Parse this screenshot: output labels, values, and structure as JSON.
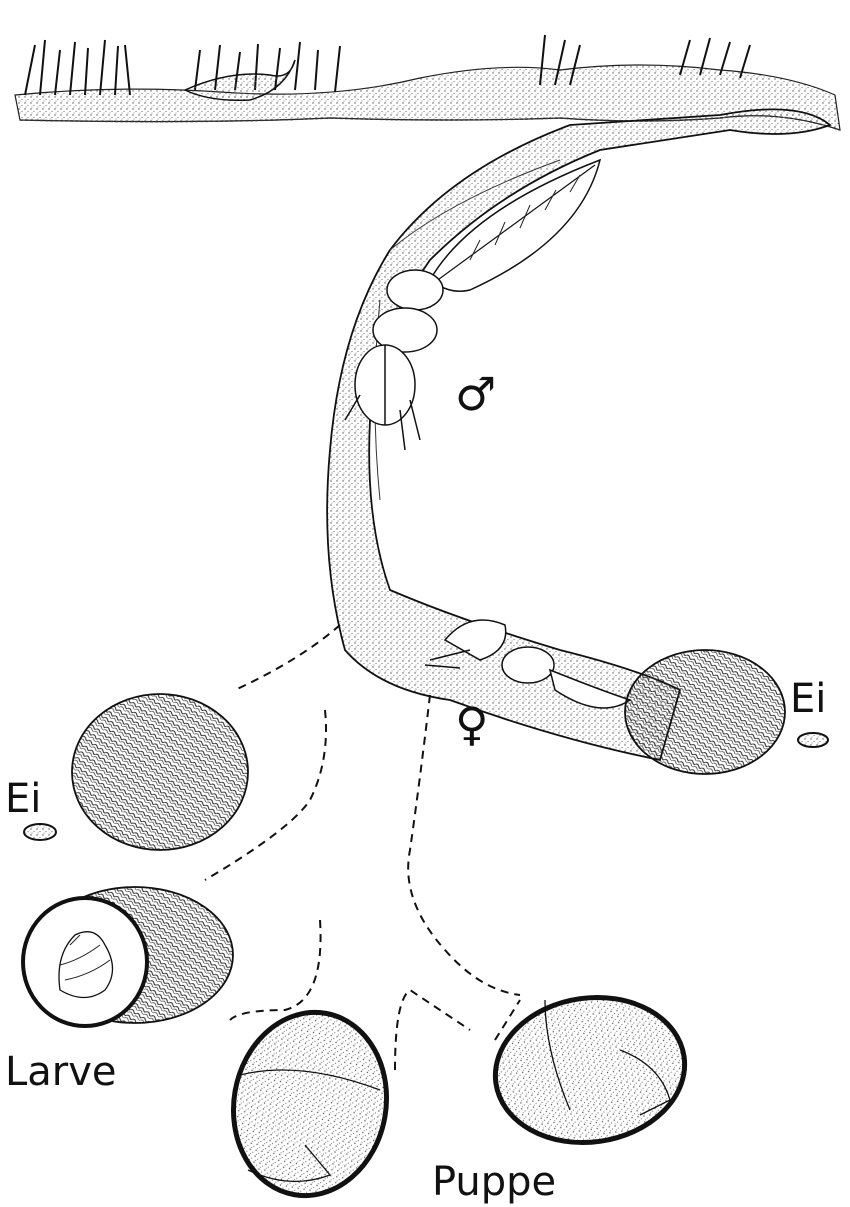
{
  "labels": {
    "male_symbol": "♂",
    "female_symbol": "♀",
    "egg_right": "Ei",
    "egg_left": "Ei",
    "larva": "Larve",
    "pupa": "Puppe"
  },
  "colors": {
    "ink": "#111111",
    "soil_stipple": "#777777",
    "background": "#ffffff"
  }
}
